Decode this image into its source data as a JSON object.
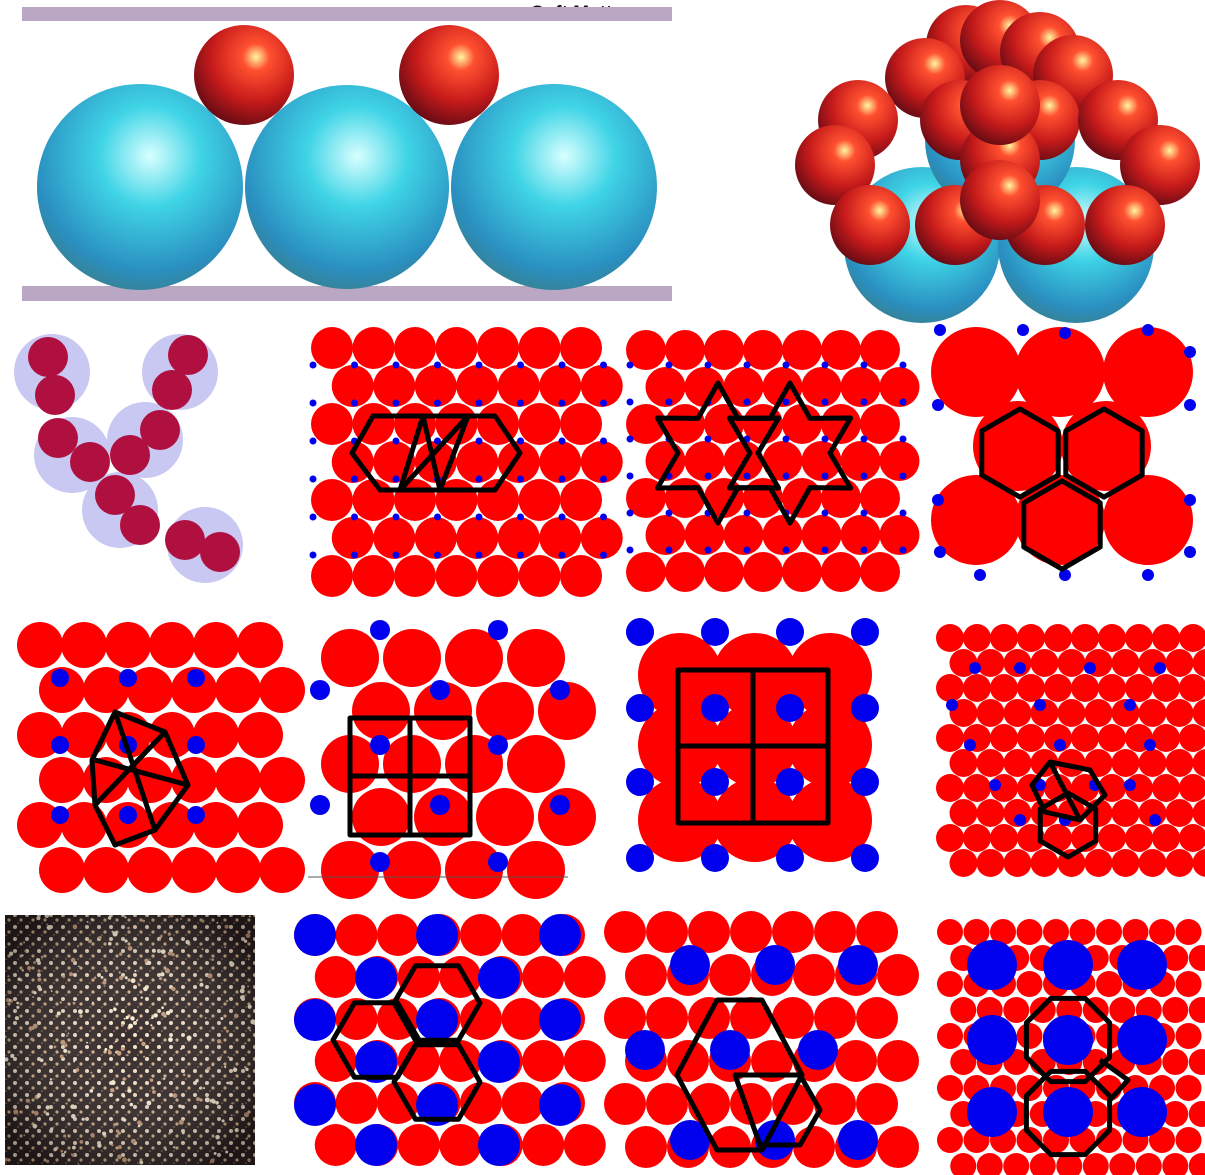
{
  "header": {
    "journal": "Soft Matter"
  },
  "colors": {
    "large_particle": "#ff0000",
    "small_particle": "#0000ee",
    "tiling_line": "#000000",
    "plate": "#b9a7c3",
    "cyan_sphere": "#3ec8de",
    "red_sphere": "#c01818",
    "dimer_fill": "#b01040",
    "dimer_halo": "#c8c8f2",
    "micrograph_bg": "#3a2a2a"
  },
  "panels": [
    {
      "id": "confined-spheres-side-view"
    },
    {
      "id": "sphere-cluster-3d"
    },
    {
      "id": "dimer-chain"
    },
    {
      "id": "lattice-square-triangle-hexagon-tiling"
    },
    {
      "id": "lattice-star-tiling"
    },
    {
      "id": "lattice-honeycomb"
    },
    {
      "id": "lattice-pentagon-rhomb-tiling"
    },
    {
      "id": "lattice-square-small"
    },
    {
      "id": "lattice-square-large"
    },
    {
      "id": "lattice-quasicrystal-pentagon"
    },
    {
      "id": "micrograph"
    },
    {
      "id": "lattice-hexagon-triplet"
    },
    {
      "id": "lattice-hexagon-rhomb"
    },
    {
      "id": "lattice-octagon-pair"
    }
  ]
}
